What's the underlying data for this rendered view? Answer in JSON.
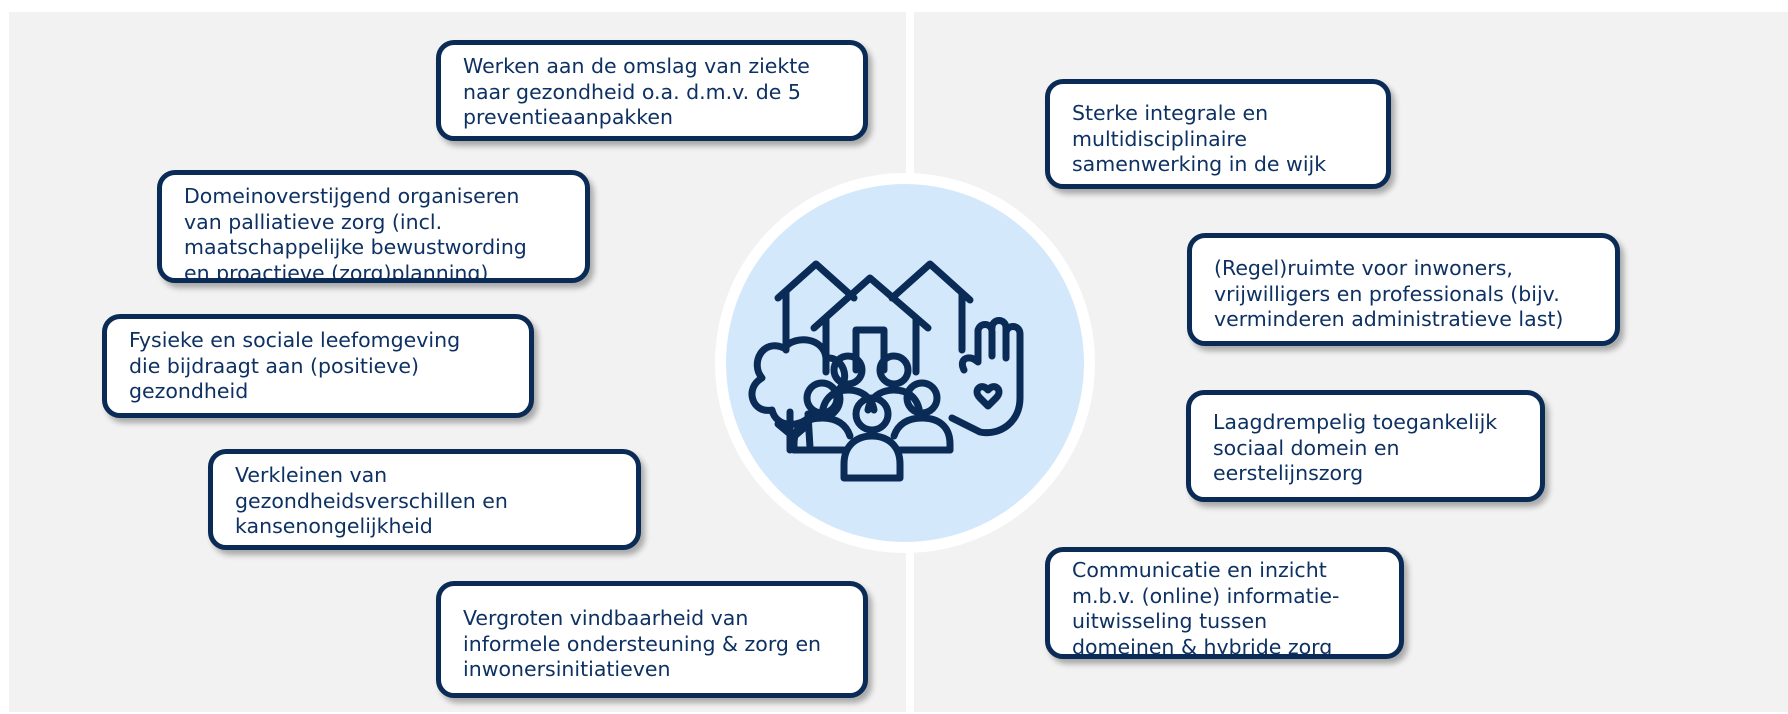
{
  "center": {
    "icon": "community-houses-people-tree-hand-heart-icon"
  },
  "colors": {
    "box_border": "#0a2b55",
    "text": "#0e3163",
    "circle_fill": "#d4e8fc",
    "panel": "#f2f2f2"
  },
  "left_boxes": [
    {
      "lines": [
        "Werken aan de omslag van ziekte",
        "naar gezondheid o.a. d.m.v. de 5",
        "preventieaanpakken"
      ]
    },
    {
      "lines": [
        "Domeinoverstijgend organiseren",
        "van palliatieve zorg (incl.",
        "maatschappelijke bewustwording",
        "en proactieve (zorg)planning)"
      ]
    },
    {
      "lines": [
        "Fysieke en sociale leefomgeving",
        "die bijdraagt aan (positieve)",
        "gezondheid"
      ]
    },
    {
      "lines": [
        "Verkleinen van",
        "gezondheidsverschillen en",
        "kansenongelijkheid"
      ]
    },
    {
      "lines": [
        "Vergroten vindbaarheid van",
        "informele ondersteuning & zorg en",
        "inwonersinitiatieven"
      ]
    }
  ],
  "right_boxes": [
    {
      "lines": [
        "Sterke integrale en",
        "multidisciplinaire",
        "samenwerking in de wijk"
      ]
    },
    {
      "lines": [
        "(Regel)ruimte voor inwoners,",
        "vrijwilligers en professionals (bijv.",
        "verminderen administratieve last)"
      ]
    },
    {
      "lines": [
        "Laagdrempelig toegankelijk",
        "sociaal domein en",
        "eerstelijnszorg"
      ]
    },
    {
      "lines": [
        "Communicatie en inzicht",
        "m.b.v. (online) informatie-",
        "uitwisseling tussen",
        "domeinen & hybride zorg"
      ]
    }
  ]
}
